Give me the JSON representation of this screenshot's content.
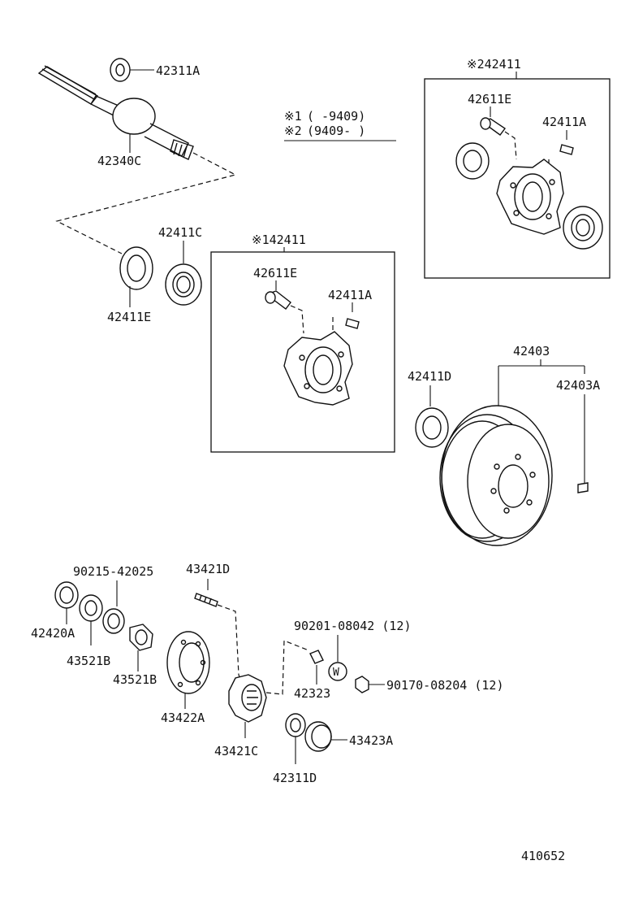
{
  "diagram_id": "410652",
  "legend": {
    "line1_mark": "※1",
    "line1_text": "(      -9409)",
    "line2_mark": "※2",
    "line2_text": "(9409-      )"
  },
  "parts": {
    "p42311A_top": "42311A",
    "p42340C": "42340C",
    "p42411C": "42411C",
    "p42411E": "42411E",
    "p42411_group1": "※142411",
    "p42611E_g1": "42611E",
    "p42411A_g1": "42411A",
    "p42411_group2": "※242411",
    "p42611E_g2": "42611E",
    "p42411A_g2": "42411A",
    "p42403": "42403",
    "p42411D": "42411D",
    "p42403A": "42403A",
    "p90215": "90215-42025",
    "p42420A": "42420A",
    "p43521B_1": "43521B",
    "p43521B_2": "43521B",
    "p43421D": "43421D",
    "p43422A": "43422A",
    "p43421C": "43421C",
    "p90201": "90201-08042 (12)",
    "p42323": "42323",
    "p90170": "90170-08204 (12)",
    "p43423A": "43423A",
    "p42311D": "42311D",
    "washer_mark": "W"
  }
}
